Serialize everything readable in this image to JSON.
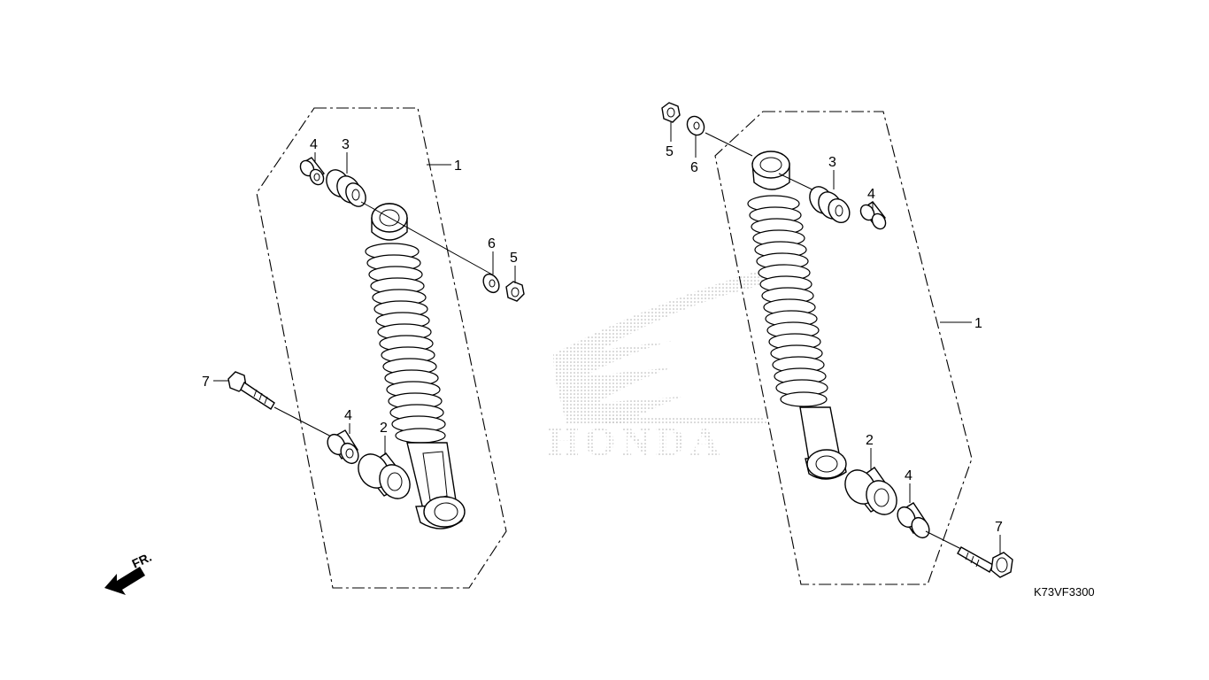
{
  "diagram_code": "K73VF3300",
  "direction_label": "FR.",
  "left_callouts": {
    "c1": "1",
    "c2": "2",
    "c3": "3",
    "c4a": "4",
    "c4b": "4",
    "c5": "5",
    "c6": "6",
    "c7": "7"
  },
  "right_callouts": {
    "c1": "1",
    "c2": "2",
    "c3": "3",
    "c4a": "4",
    "c4b": "4",
    "c5": "5",
    "c6": "6",
    "c7": "7"
  },
  "colors": {
    "line": "#000000",
    "background": "#ffffff",
    "watermark_dots": "#b0b0b0"
  },
  "icons": [
    "front-direction-arrow-icon",
    "honda-wing-logo-watermark"
  ]
}
